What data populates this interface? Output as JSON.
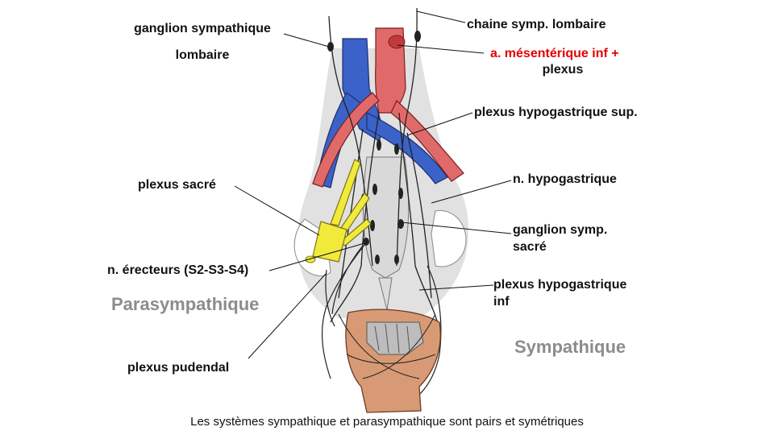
{
  "labels": {
    "ganglion_sympathique_1": "ganglion sympathique",
    "ganglion_sympathique_2": "lombaire",
    "chaine_symp": "chaine symp. lombaire",
    "mesenterique": "a. mésentérique inf +",
    "mesenterique_2": "plexus",
    "hypogastrique_sup": "plexus hypogastrique sup.",
    "plexus_sacre": "plexus sacré",
    "n_hypogastrique": "n. hypogastrique",
    "ganglion_sacre_1": "ganglion symp.",
    "ganglion_sacre_2": "sacré",
    "erecteurs": "n. érecteurs (S2-S3-S4)",
    "hypogastrique_inf_1": "plexus hypogastrique",
    "hypogastrique_inf_2": "inf",
    "pudendal": "plexus pudendal",
    "parasympathique": "Parasympathique",
    "sympathique": "Sympathique"
  },
  "caption": "Les systèmes sympathique et parasympathique sont pairs et symétriques",
  "colors": {
    "artery": "#e06a6a",
    "vein": "#3b62c8",
    "nerve": "#f2ea3a",
    "bladder": "#d89a74",
    "accent": "#e30000",
    "muted": "#8c8c8c"
  }
}
